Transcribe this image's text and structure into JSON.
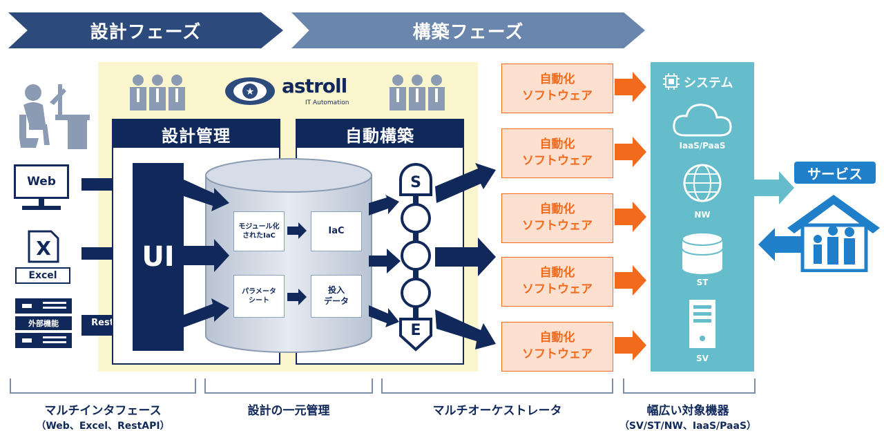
{
  "phases": {
    "design": "設計フェーズ",
    "build": "構築フェーズ"
  },
  "logo": {
    "name": "astroll",
    "tagline": "IT Automation"
  },
  "sections": {
    "design_mgmt": "設計管理",
    "auto_build": "自動構築"
  },
  "inputs": {
    "web": "Web",
    "excel": "Excel",
    "external": "外部機能",
    "rest_api": "Rest API"
  },
  "ui_label": "UI",
  "docs": {
    "module_iac": "モジュール化\nされたIaC",
    "iac": "IaC",
    "param_sheet": "パラメータ\nシート",
    "input_data": "投入\nデータ"
  },
  "orchestrator": {
    "start": "S",
    "end": "E"
  },
  "automation_boxes": [
    {
      "line1": "自動化",
      "line2": "ソフトウェア"
    },
    {
      "line1": "自動化",
      "line2": "ソフトウェア"
    },
    {
      "line1": "自動化",
      "line2": "ソフトウェア"
    },
    {
      "line1": "自動化",
      "line2": "ソフトウェア"
    },
    {
      "line1": "自動化",
      "line2": "ソフトウェア"
    }
  ],
  "system": {
    "title": "システム",
    "items": [
      "IaaS/PaaS",
      "NW",
      "ST",
      "SV"
    ]
  },
  "service": "サービス",
  "bottom": {
    "multi_interface": "マルチインタフェース",
    "multi_interface_sub": "（Web、Excel、RestAPI）",
    "central_mgmt": "設計の一元管理",
    "multi_orch": "マルチオーケストレータ",
    "targets": "幅広い対象機器",
    "targets_sub": "（SV/ST/NW、IaaS/PaaS）"
  },
  "colors": {
    "navy": "#10295a",
    "orange": "#f26b1d",
    "teal": "#65bccb",
    "blue": "#1f7fc9",
    "yellow": "#fcf6cf"
  }
}
